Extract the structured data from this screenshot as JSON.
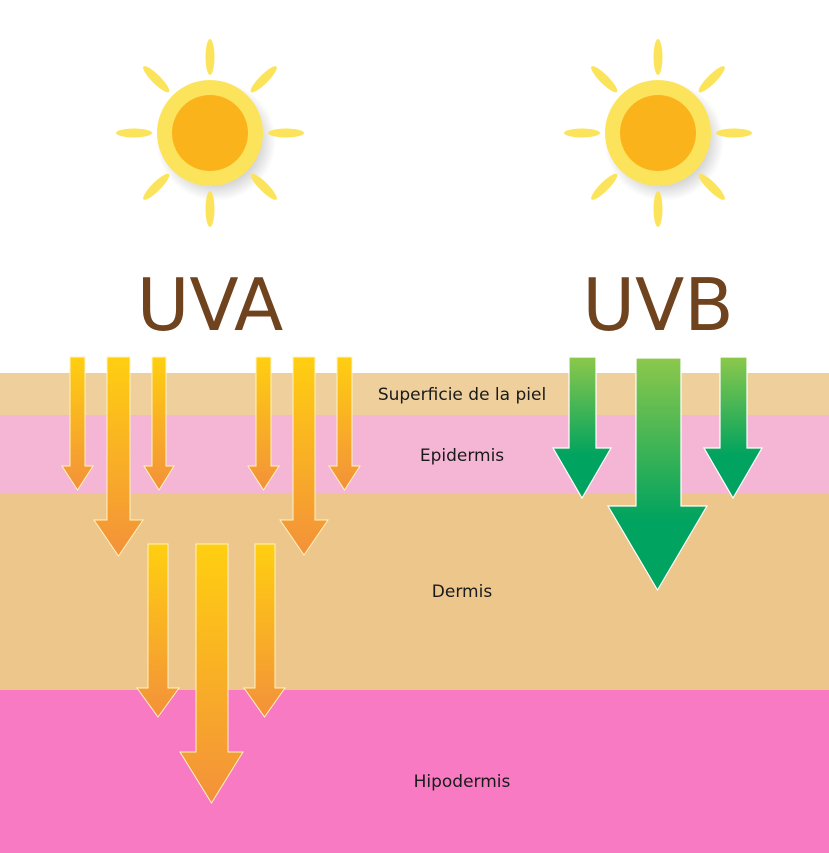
{
  "titles": {
    "uva": "UVA",
    "uvb": "UVB"
  },
  "layers": [
    {
      "label": "Superficie de la piel",
      "color": "#efd09c"
    },
    {
      "label": "Epidermis",
      "color": "#f5b6d5"
    },
    {
      "label": "Dermis",
      "color": "#ecc68b"
    },
    {
      "label": "Hipodermis",
      "color": "#f77ac2"
    }
  ],
  "colors": {
    "title": "#70431f",
    "sun_outer": "#fbe45c",
    "sun_inner": "#fbb31c",
    "uva_top": "#ffcf10",
    "uva_bottom": "#f3913a",
    "uvb_top": "#8cc84b",
    "uvb_bottom": "#00a35f"
  }
}
